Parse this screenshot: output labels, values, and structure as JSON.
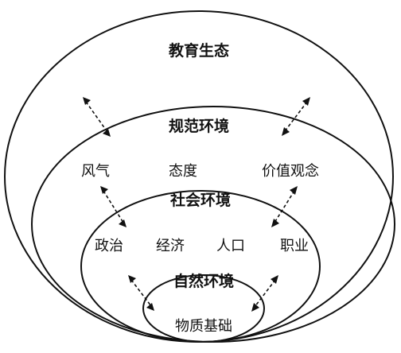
{
  "layers": [
    {
      "id": "outer",
      "title": "教育生态",
      "items": []
    },
    {
      "id": "norms",
      "title": "规范环境",
      "items": [
        "风气",
        "态度",
        "价值观念"
      ]
    },
    {
      "id": "society",
      "title": "社会环境",
      "items": [
        "政治",
        "经济",
        "人口",
        "职业"
      ]
    },
    {
      "id": "nature",
      "title": "自然环境",
      "items": [
        "物质基础"
      ]
    }
  ],
  "colors": {
    "stroke": "#111111",
    "background": "#ffffff"
  },
  "connector_style": "dashed-double-arrow"
}
